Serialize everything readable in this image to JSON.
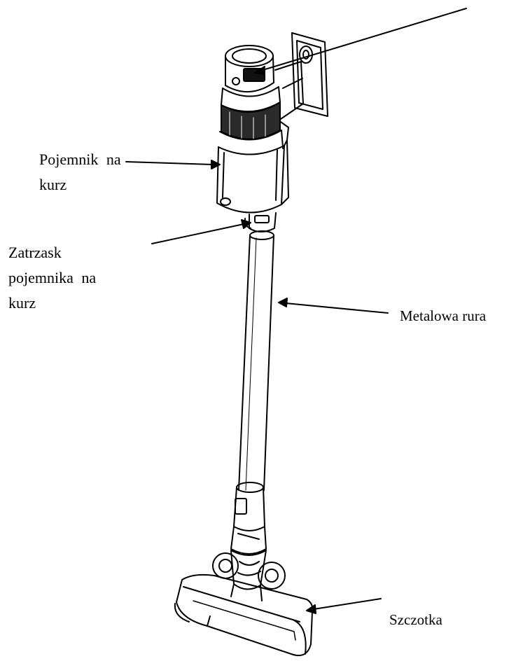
{
  "labels": {
    "dust_container": [
      "Pojemnik na",
      "kurz"
    ],
    "dust_container_latch": [
      "Zatrzask",
      "pojemnika na",
      "kurz"
    ],
    "metal_tube": "Metalowa rura",
    "brush": "Szczotka"
  },
  "colors": {
    "line": "#000000",
    "background": "#ffffff",
    "band": "#2a2a2a"
  }
}
